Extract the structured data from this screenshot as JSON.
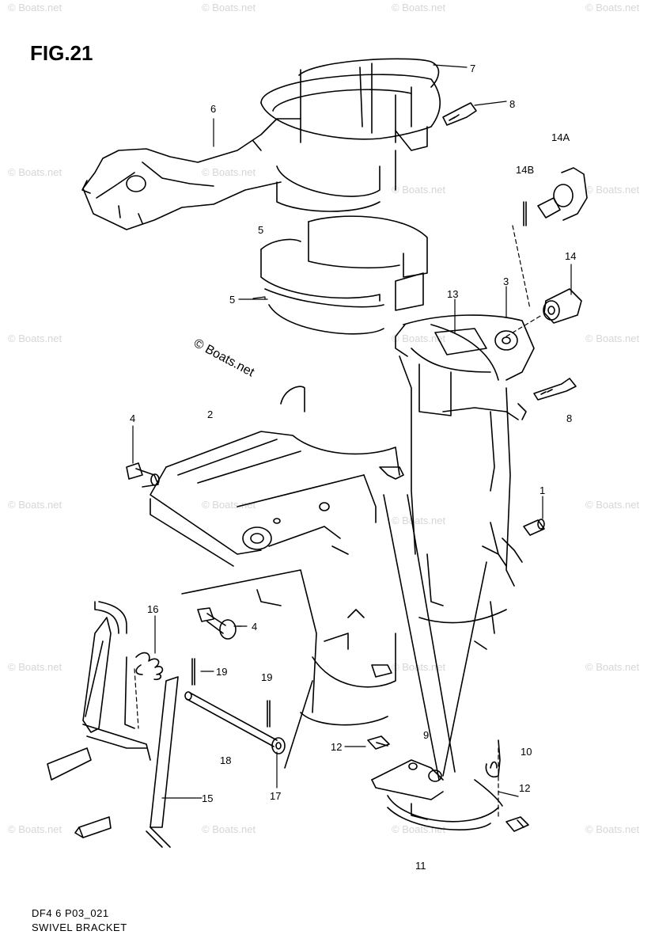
{
  "figure_title": "FIG.21",
  "watermark_text": "© Boats.net",
  "center_watermark": "© Boats.net",
  "parts": [
    "1",
    "2",
    "3",
    "4",
    "5",
    "6",
    "7",
    "8",
    "9",
    "10",
    "11",
    "12",
    "13",
    "14",
    "14A",
    "14B",
    "15",
    "16",
    "17",
    "18",
    "19"
  ],
  "callouts": {
    "c1": "1",
    "c2": "2",
    "c3": "3",
    "c4a": "4",
    "c4b": "4",
    "c5a": "5",
    "c5b": "5",
    "c6": "6",
    "c7": "7",
    "c8a": "8",
    "c8b": "8",
    "c9": "9",
    "c10": "10",
    "c11": "11",
    "c12a": "12",
    "c12b": "12",
    "c13": "13",
    "c14": "14",
    "c14a": "14A",
    "c14b": "14B",
    "c15": "15",
    "c16": "16",
    "c17": "17",
    "c18": "18",
    "c19a": "19",
    "c19b": "19"
  },
  "footer": {
    "code": "DF4 6 P03_021",
    "caption": "SWIVEL BRACKET"
  },
  "colors": {
    "line": "#000000",
    "watermark": "#d6d6d6"
  },
  "icons": [
    "fwd-arrow-icon"
  ]
}
